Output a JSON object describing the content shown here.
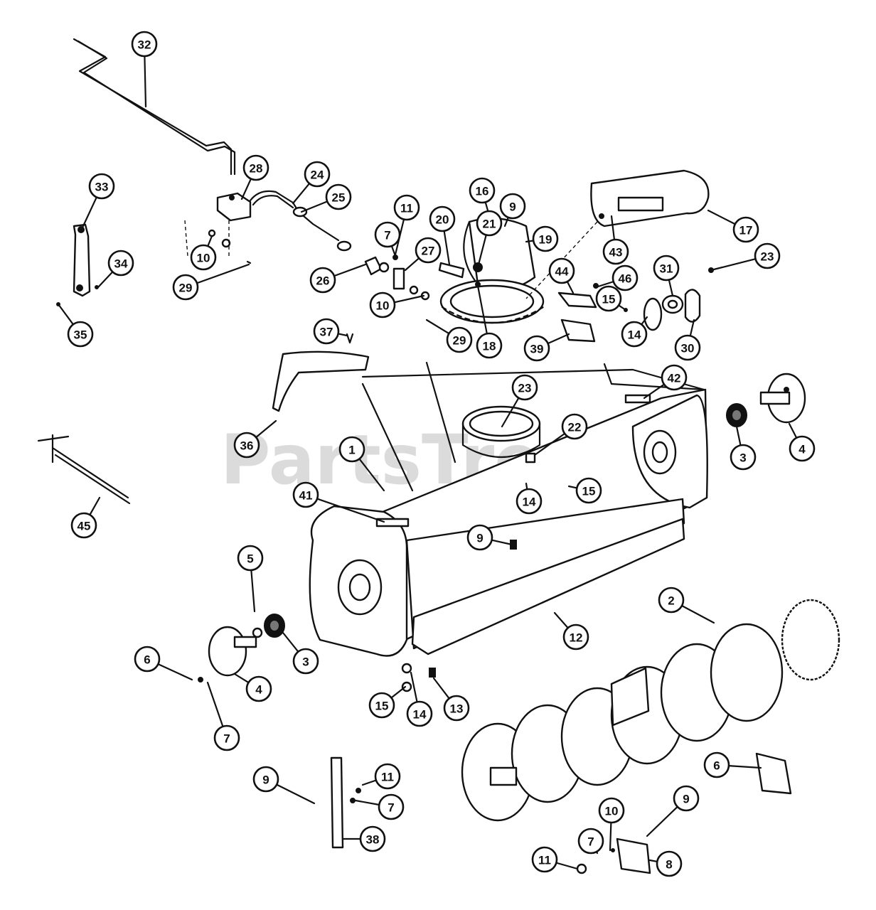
{
  "watermark": "PartsTree",
  "callouts": [
    {
      "label": "32"
    },
    {
      "label": "33"
    },
    {
      "label": "34"
    },
    {
      "label": "35"
    },
    {
      "label": "28"
    },
    {
      "label": "24"
    },
    {
      "label": "25"
    },
    {
      "label": "10"
    },
    {
      "label": "29"
    },
    {
      "label": "11"
    },
    {
      "label": "7"
    },
    {
      "label": "27"
    },
    {
      "label": "26"
    },
    {
      "label": "10"
    },
    {
      "label": "29"
    },
    {
      "label": "20"
    },
    {
      "label": "21"
    },
    {
      "label": "16"
    },
    {
      "label": "9"
    },
    {
      "label": "19"
    },
    {
      "label": "18"
    },
    {
      "label": "17"
    },
    {
      "label": "43"
    },
    {
      "label": "44"
    },
    {
      "label": "46"
    },
    {
      "label": "15"
    },
    {
      "label": "31"
    },
    {
      "label": "23"
    },
    {
      "label": "14"
    },
    {
      "label": "30"
    },
    {
      "label": "39"
    },
    {
      "label": "37"
    },
    {
      "label": "42"
    },
    {
      "label": "23"
    },
    {
      "label": "22"
    },
    {
      "label": "36"
    },
    {
      "label": "1"
    },
    {
      "label": "3"
    },
    {
      "label": "4"
    },
    {
      "label": "41"
    },
    {
      "label": "14"
    },
    {
      "label": "15"
    },
    {
      "label": "45"
    },
    {
      "label": "9"
    },
    {
      "label": "5"
    },
    {
      "label": "2"
    },
    {
      "label": "12"
    },
    {
      "label": "6"
    },
    {
      "label": "3"
    },
    {
      "label": "4"
    },
    {
      "label": "15"
    },
    {
      "label": "14"
    },
    {
      "label": "13"
    },
    {
      "label": "7"
    },
    {
      "label": "6"
    },
    {
      "label": "9"
    },
    {
      "label": "11"
    },
    {
      "label": "7"
    },
    {
      "label": "38"
    },
    {
      "label": "9"
    },
    {
      "label": "10"
    },
    {
      "label": "7"
    },
    {
      "label": "11"
    },
    {
      "label": "8"
    }
  ]
}
